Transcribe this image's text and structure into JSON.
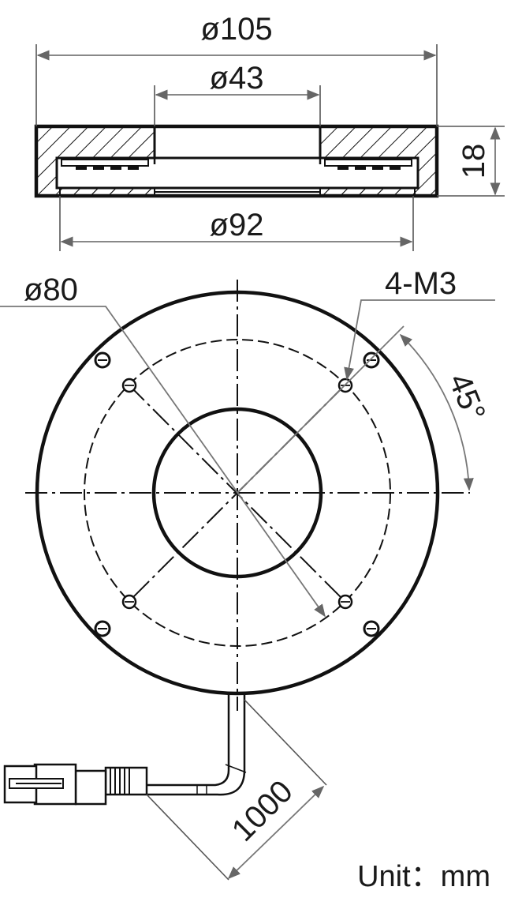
{
  "dimensions": {
    "outer_diameter": "ø105",
    "inner_diameter": "ø43",
    "height": "18",
    "base_diameter": "ø92",
    "bolt_circle_diameter": "ø80",
    "screw_spec": "4-M3",
    "angle": "45°",
    "cable_length": "1000"
  },
  "unit_label": "Unit：mm"
}
